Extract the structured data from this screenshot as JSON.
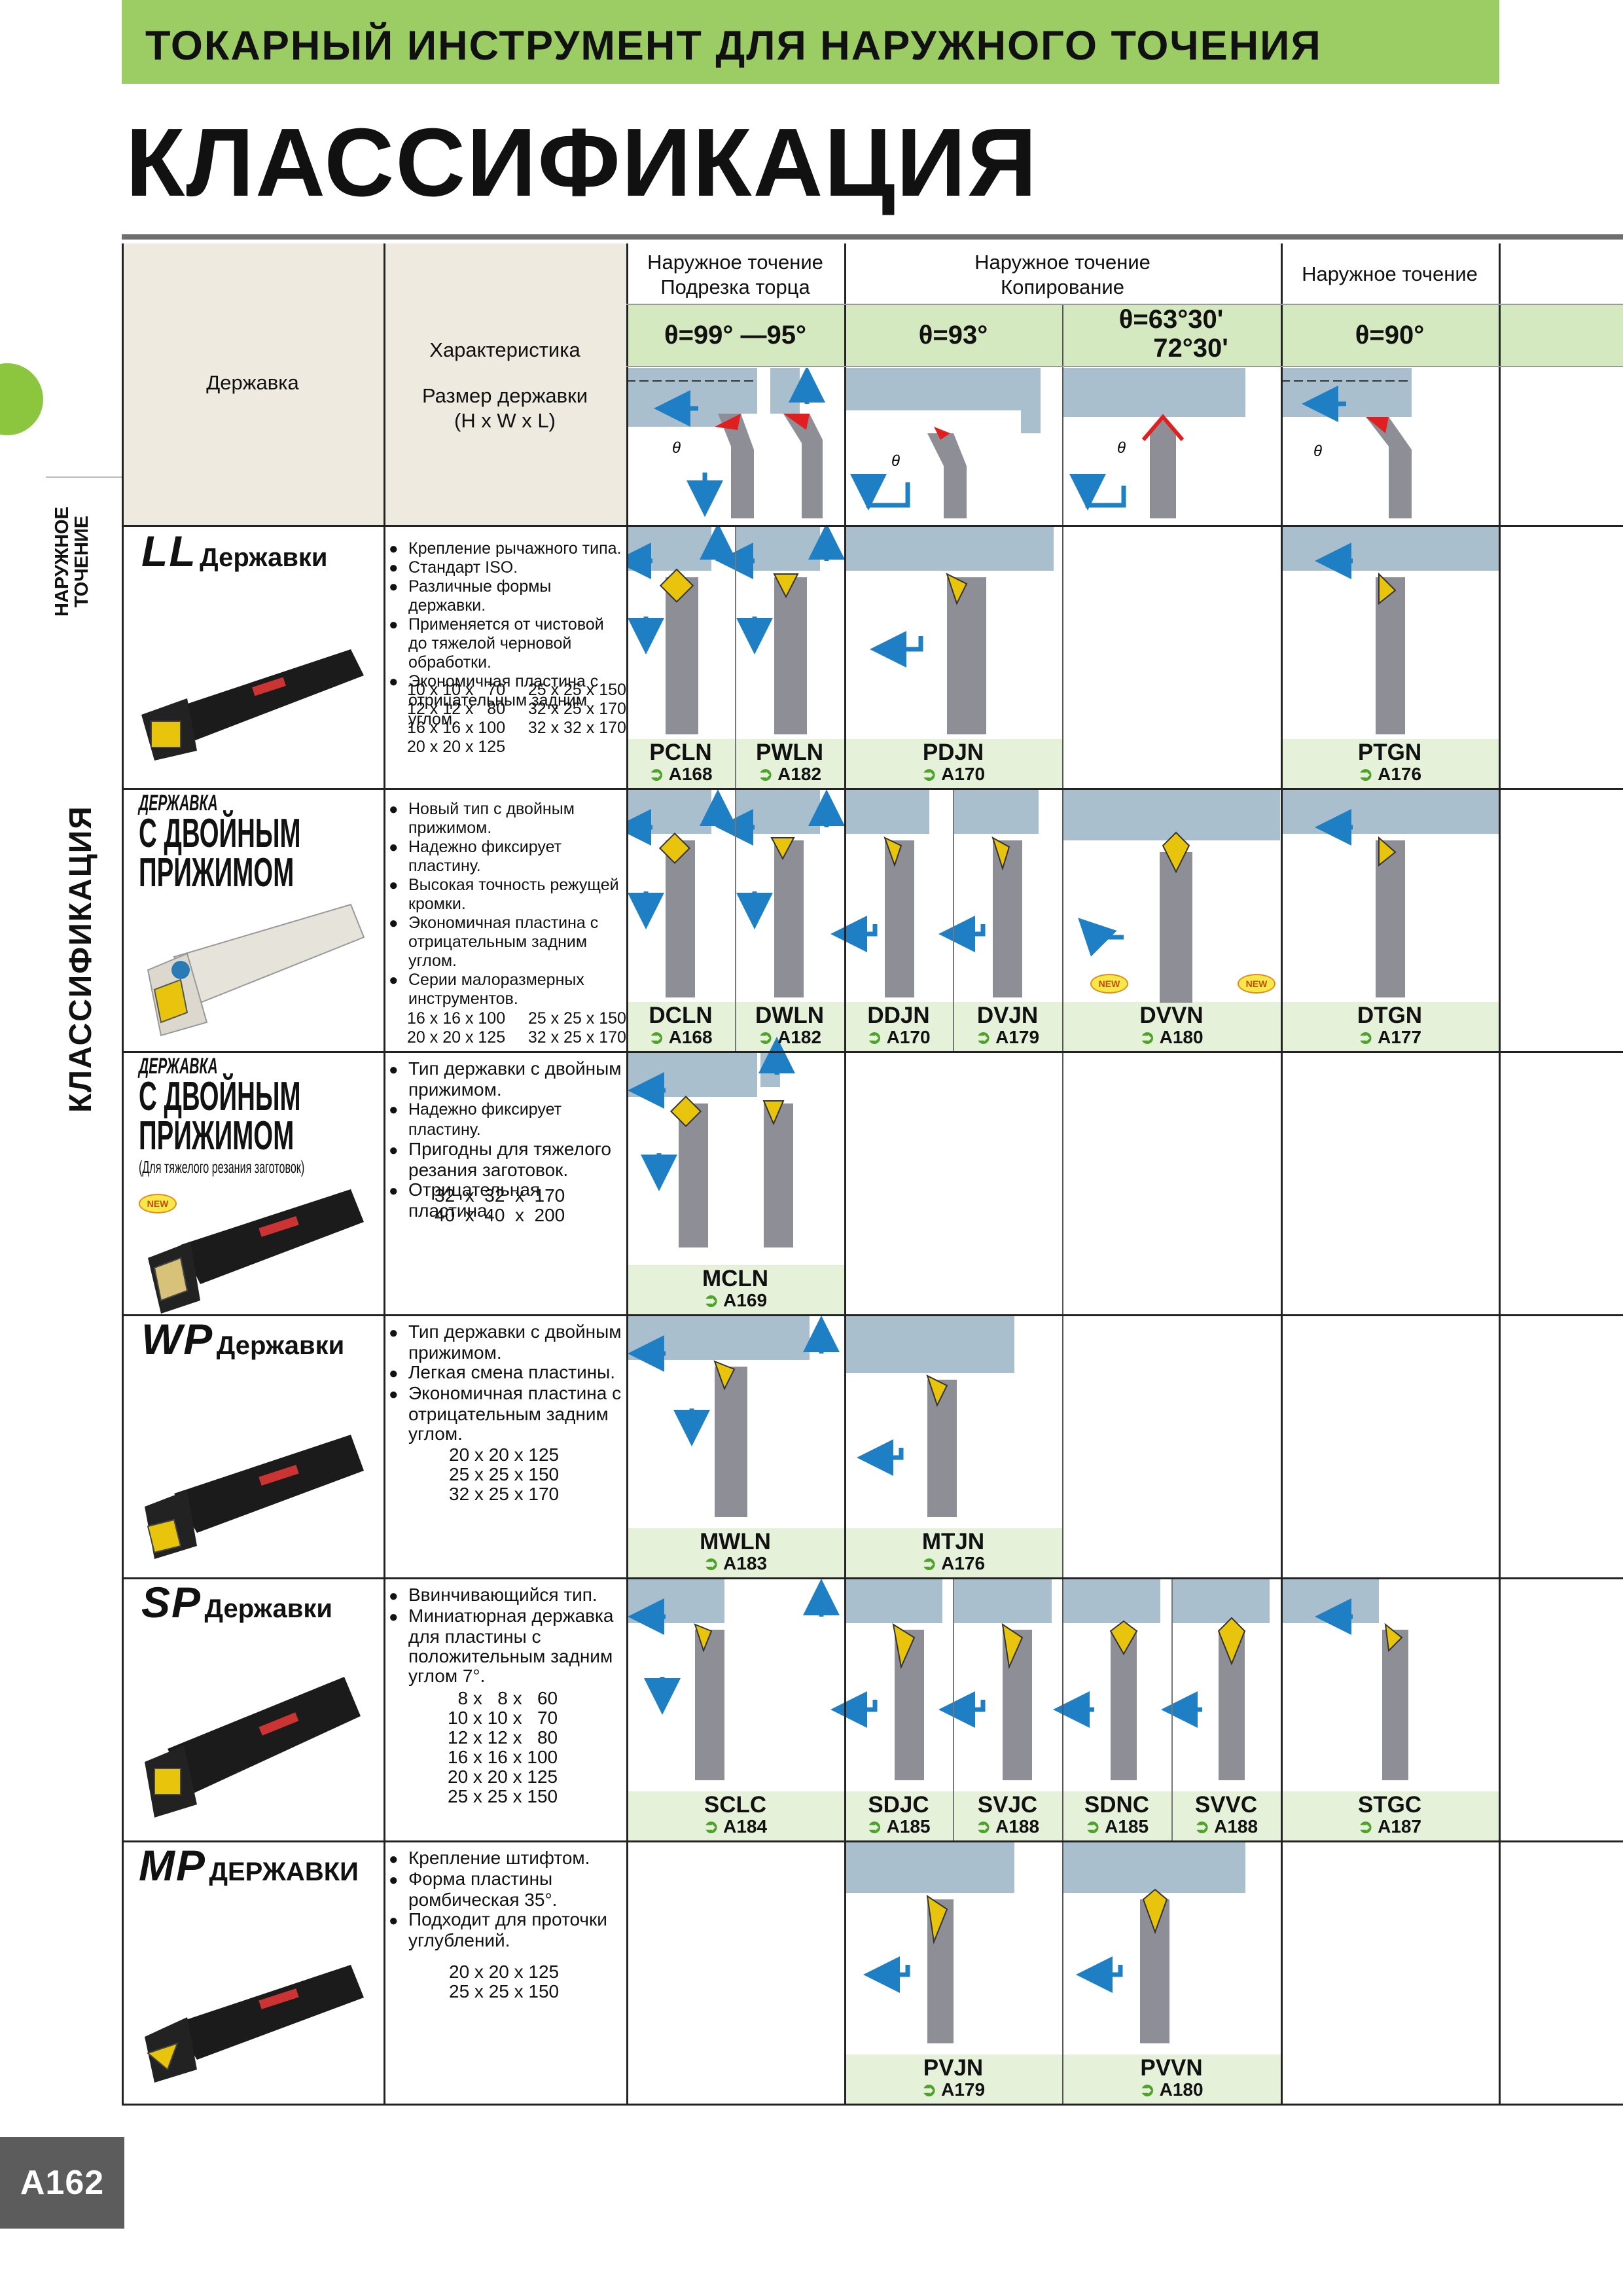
{
  "header": {
    "banner": "ТОКАРНЫЙ ИНСТРУМЕНТ ДЛЯ НАРУЖНОГО ТОЧЕНИЯ",
    "title": "КЛАССИФИКАЦИЯ"
  },
  "side": {
    "small_line1": "НАРУЖНОЕ",
    "small_line2": "ТОЧЕНИЕ",
    "big": "КЛАССИФИКАЦИЯ"
  },
  "table_header": {
    "holder": "Державка",
    "char": "Характеристика",
    "size1": "Размер державки",
    "size2": "(H x W x L)",
    "groups": [
      {
        "line1": "Наружное точение",
        "line2": "Подрезка торца"
      },
      {
        "line1": "Наружное точение",
        "line2": "Копирование"
      },
      {
        "line1": "Наружное точение",
        "line2": ""
      }
    ],
    "angles": [
      "θ=99° —95°",
      "θ=93°",
      "θ=63°30'",
      "72°30'",
      "θ=90°"
    ],
    "theta_symbol": "θ"
  },
  "rows": [
    {
      "name_big": "LL",
      "name_small": "Державки",
      "features": [
        "Крепление рычажного типа.",
        "Стандарт ISO.",
        "Различные формы державки.",
        "Применяется от чистовой до тяжелой черновой обработки.",
        "Экономичная пластина с отрицательным задним углом."
      ],
      "sizes": "10 x 10 x   70     25 x 25 x 150\n12 x 12 x   80     32 x 25 x 170\n16 x 16 x 100     32 x 32 x 170\n20 x 20 x 125",
      "tools": [
        {
          "code": "PCLN",
          "ref": "A168"
        },
        {
          "code": "PWLN",
          "ref": "A182"
        },
        {
          "code": "PDJN",
          "ref": "A170"
        },
        {
          "code": "PTGN",
          "ref": "A176"
        }
      ]
    },
    {
      "name_line1": "ДЕРЖАВКА",
      "name_line2": "С ДВОЙНЫМ",
      "name_line3": "ПРИЖИМОМ",
      "features": [
        "Новый тип с двойным прижимом.",
        "Надежно фиксирует пластину.",
        "Высокая точность режущей кромки.",
        "Экономичная пластина с отрицательным задним углом.",
        "Серии малоразмерных инструментов."
      ],
      "sizes": "16 x 16 x 100     25 x 25 x 150\n20 x 20 x 125     32 x 25 x 170",
      "tools": [
        {
          "code": "DCLN",
          "ref": "A168"
        },
        {
          "code": "DWLN",
          "ref": "A182"
        },
        {
          "code": "DDJN",
          "ref": "A170"
        },
        {
          "code": "DVJN",
          "ref": "A179"
        },
        {
          "code": "DVVN",
          "ref": "A180"
        },
        {
          "code": "DTGN",
          "ref": "A177"
        }
      ]
    },
    {
      "name_line1": "ДЕРЖАВКА",
      "name_line2": "С ДВОЙНЫМ",
      "name_line3": "ПРИЖИМОМ",
      "name_note": "(Для тяжелого резания заготовок)",
      "features": [
        "Тип державки с двойным прижимом.",
        "Надежно фиксирует пластину.",
        "Пригодны для тяжелого резания заготовок.",
        "Отрицательная пластина."
      ],
      "sizes": "32  x  32  x  170\n40  x  40  x  200",
      "tools": [
        {
          "code": "MCLN",
          "ref": "A169"
        }
      ]
    },
    {
      "name_big": "WP",
      "name_small": "Державки",
      "features": [
        "Тип державки с двойным прижимом.",
        "Легкая смена пластины.",
        "Экономичная пластина с отрицательным задним углом."
      ],
      "sizes": "20 x 20 x 125\n25 x 25 x 150\n32 x 25 x 170",
      "tools": [
        {
          "code": "MWLN",
          "ref": "A183"
        },
        {
          "code": "MTJN",
          "ref": "A176"
        }
      ]
    },
    {
      "name_big": "SP",
      "name_small": "Державки",
      "features": [
        "Ввинчивающийся тип.",
        "Миниатюрная державка для пластины с положительным задним углом 7°."
      ],
      "sizes": "  8 x   8 x   60\n10 x 10 x   70\n12 x 12 x   80\n16 x 16 x 100\n20 x 20 x 125\n25 x 25 x 150",
      "tools": [
        {
          "code": "SCLC",
          "ref": "A184"
        },
        {
          "code": "SDJC",
          "ref": "A185"
        },
        {
          "code": "SVJC",
          "ref": "A188"
        },
        {
          "code": "SDNC",
          "ref": "A185"
        },
        {
          "code": "SVVC",
          "ref": "A188"
        },
        {
          "code": "STGC",
          "ref": "A187"
        }
      ]
    },
    {
      "name_big": "MP",
      "name_small": "ДЕРЖАВКИ",
      "features": [
        "Крепление штифтом.",
        "Форма пластины ромбическая 35°.",
        "Подходит для проточки углублений."
      ],
      "sizes": "20 x 20 x 125\n25 x 25 x 150",
      "tools": [
        {
          "code": "PVJN",
          "ref": "A179"
        },
        {
          "code": "PVVN",
          "ref": "A180"
        }
      ]
    }
  ],
  "badges": {
    "new": "NEW"
  },
  "ref_arrow": "➲",
  "page_number": "A162",
  "colors": {
    "banner_green": "#9ccc64",
    "code_cell_green": "#e6f1da",
    "angle_cell_green": "#d4e9bf",
    "workpiece": "#a9bfcd",
    "insert_gold": "#e8c40c",
    "arrow_blue": "#1f7fc4"
  }
}
